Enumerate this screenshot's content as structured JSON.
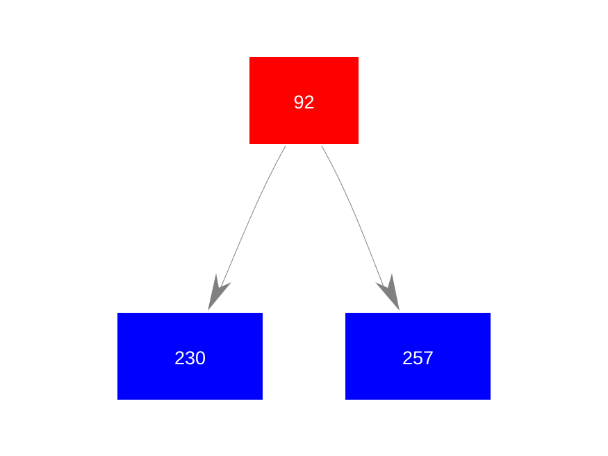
{
  "diagram": {
    "type": "tree",
    "colors": {
      "root_fill": "#ff0000",
      "child_fill": "#0000ff",
      "label": "#ffffff",
      "edge": "#808080"
    },
    "nodes": [
      {
        "id": "n92",
        "label": "92",
        "role": "root"
      },
      {
        "id": "n230",
        "label": "230",
        "role": "child"
      },
      {
        "id": "n257",
        "label": "257",
        "role": "child"
      }
    ],
    "edges": [
      {
        "from": "n92",
        "to": "n230"
      },
      {
        "from": "n92",
        "to": "n257"
      }
    ]
  }
}
